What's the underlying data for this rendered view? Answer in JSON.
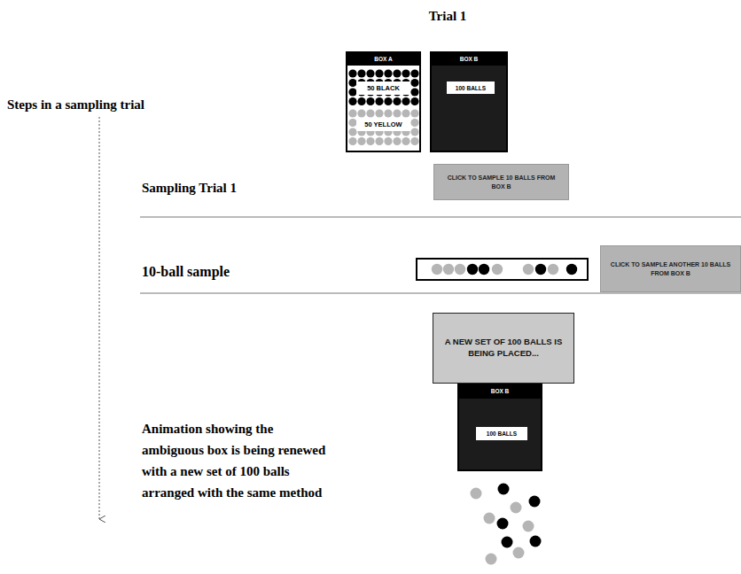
{
  "diagram": {
    "title": "Trial 1",
    "nodes": [
      {
        "text": [
          "BOX A"
        ]
      },
      {
        "text": [
          "50 BLACK"
        ],
        "in": 0
      },
      {
        "text": [
          "50 YELLOW"
        ],
        "in": 0
      },
      {
        "text": [
          "BOX B"
        ]
      },
      {
        "text": [
          "100 BALLS"
        ],
        "in": 3
      },
      {
        "text": [
          "CLICK TO SAMPLE 10 BALLS FROM BOX B"
        ]
      },
      {
        "text": [
          "CLICK TO SAMPLE ANOTHER 10 BALLS FROM BOX B"
        ]
      },
      {
        "text": [
          "A NEW SET OF 100 BALLS IS BEING PLACED..."
        ]
      },
      {
        "text": [
          "BOX B"
        ]
      },
      {
        "text": [
          "100 BALLS"
        ],
        "in": 8
      }
    ],
    "labels": [
      "Steps in a sampling trial",
      "Sampling Trial 1",
      "10-ball sample",
      "Animation showing the ambiguous box is being renewed with a new set of 100 balls arranged with the same method"
    ]
  }
}
